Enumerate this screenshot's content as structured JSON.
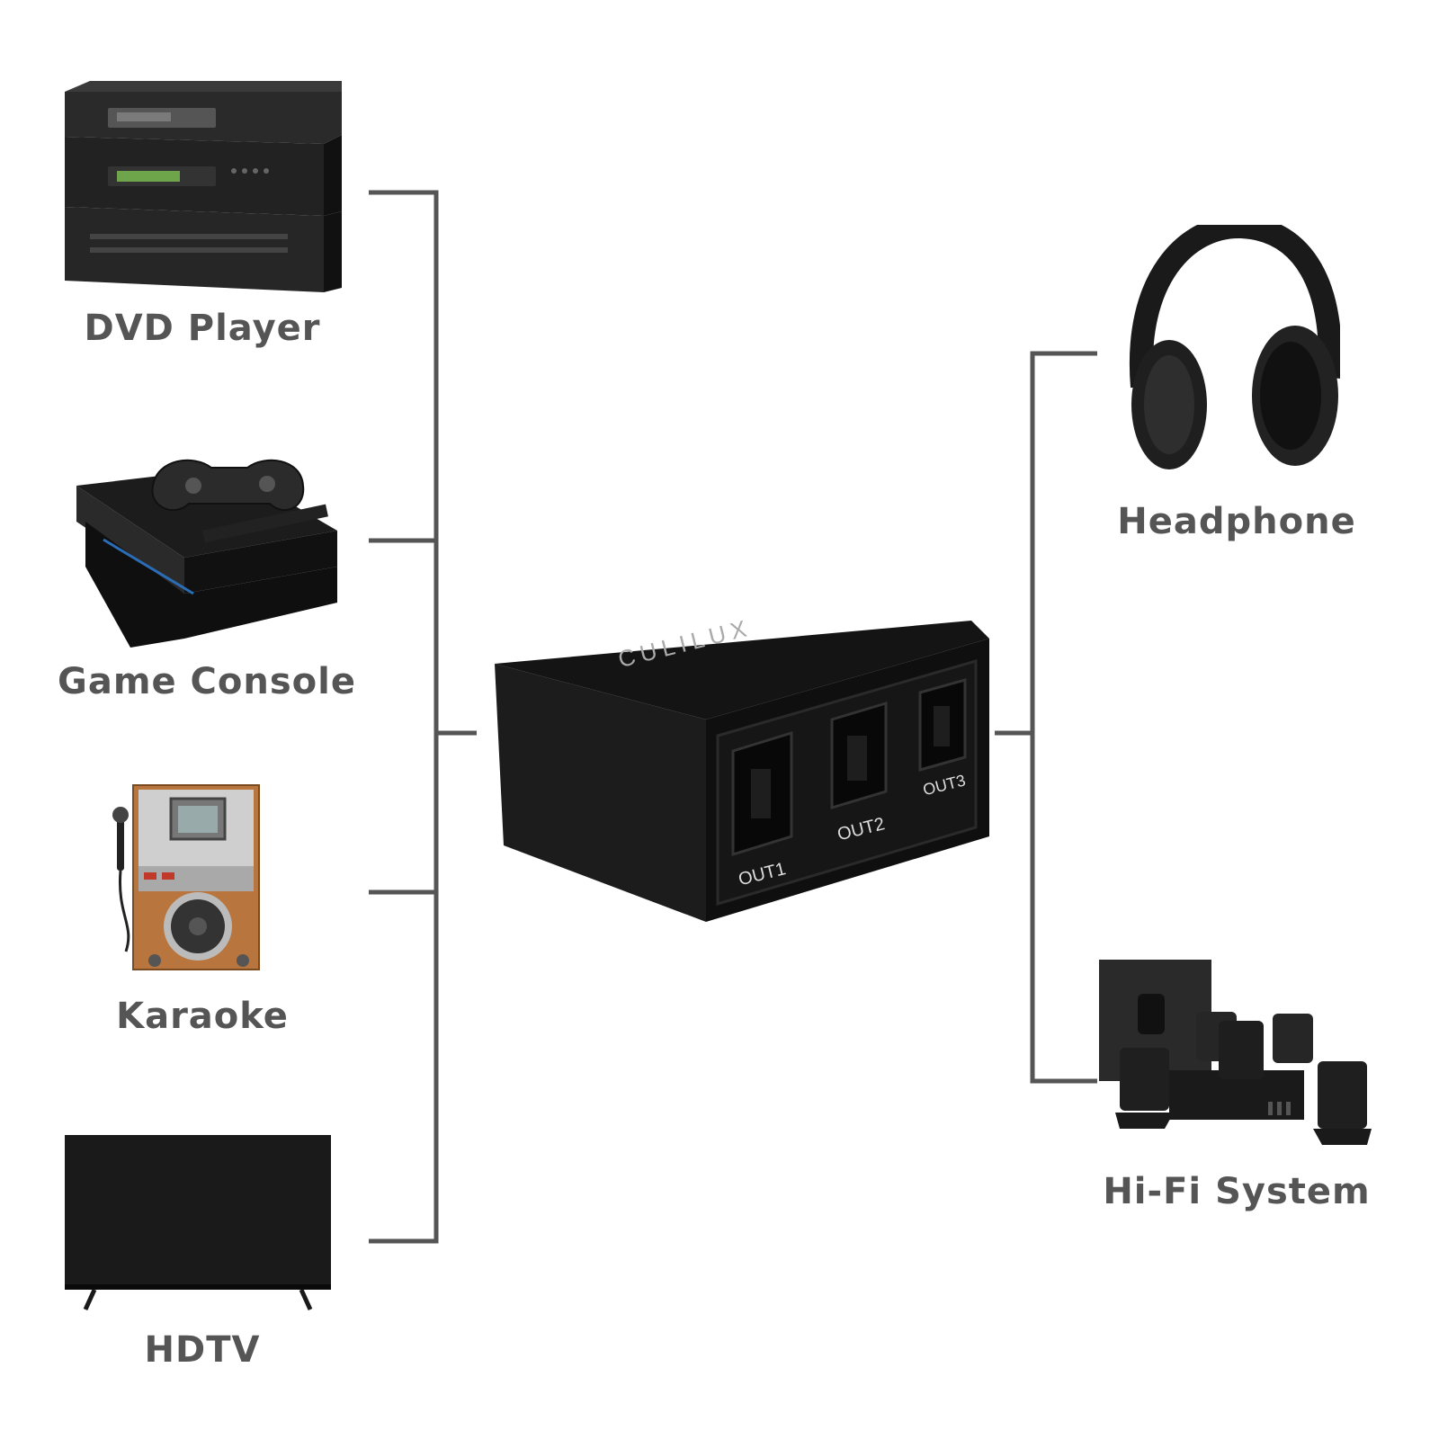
{
  "inputs": [
    {
      "label": "DVD Player",
      "icon": "dvd-player-icon"
    },
    {
      "label": "Game Console",
      "icon": "game-console-icon"
    },
    {
      "label": "Karaoke",
      "icon": "karaoke-machine-icon"
    },
    {
      "label": "HDTV",
      "icon": "hdtv-icon"
    }
  ],
  "outputs": [
    {
      "label": "Headphone",
      "icon": "headphone-icon"
    },
    {
      "label": "Hi-Fi System",
      "icon": "hifi-system-icon"
    }
  ],
  "device": {
    "brand": "CULILUX",
    "ports": [
      "OUT1",
      "OUT2",
      "OUT3"
    ]
  },
  "colors": {
    "connector": "#555555",
    "label": "#555555",
    "device_body": "#1a1a1a"
  }
}
